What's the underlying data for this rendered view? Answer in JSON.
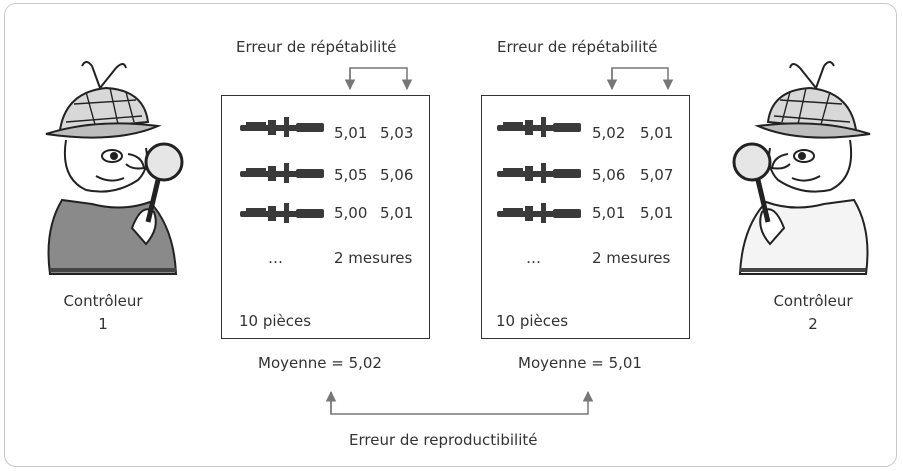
{
  "repeatability_label": "Erreur de répétabilité",
  "reproducibility_label": "Erreur de reproductibilité",
  "controllers": [
    {
      "label": "Contrôleur",
      "number": "1"
    },
    {
      "label": "Contrôleur",
      "number": "2"
    }
  ],
  "boxes": [
    {
      "rows": [
        [
          "5,01",
          "5,03"
        ],
        [
          "5,05",
          "5,06"
        ],
        [
          "5,00",
          "5,01"
        ]
      ],
      "ellipsis": "…",
      "measures_label": "2 mesures",
      "pieces_label": "10 pièces",
      "mean_label": "Moyenne = 5,02"
    },
    {
      "rows": [
        [
          "5,02",
          "5,01"
        ],
        [
          "5,06",
          "5,07"
        ],
        [
          "5,01",
          "5,01"
        ]
      ],
      "ellipsis": "…",
      "measures_label": "2 mesures",
      "pieces_label": "10 pièces",
      "mean_label": "Moyenne = 5,01"
    }
  ],
  "icons": {
    "controller": "detective-with-magnifier-icon",
    "part": "machined-part-icon"
  },
  "colors": {
    "arrow": "#777777",
    "frame": "#c9c9c9",
    "text": "#333333"
  }
}
